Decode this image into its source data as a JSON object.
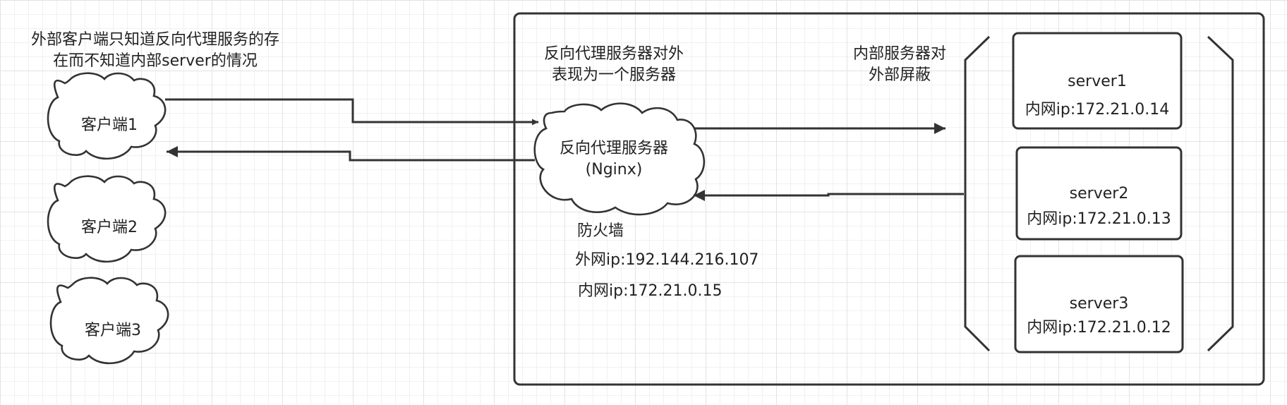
{
  "clients_note": [
    "外部客户端只知道反向代理服务的存",
    "在而不知道内部server的情况"
  ],
  "clients": [
    "客户端1",
    "客户端2",
    "客户端3"
  ],
  "proxy_note": [
    "反向代理服务器对外",
    "表现为一个服务器"
  ],
  "shield_note": [
    "内部服务器对",
    "外部屏蔽"
  ],
  "proxy": {
    "name": "反向代理服务器",
    "software": "(Nginx)"
  },
  "firewall": {
    "label": "防火墙",
    "external_ip": "外网ip:192.144.216.107",
    "internal_ip": "内网ip:172.21.0.15"
  },
  "servers": [
    {
      "name": "server1",
      "ip": "内网ip:172.21.0.14"
    },
    {
      "name": "server2",
      "ip": "内网ip:172.21.0.13"
    },
    {
      "name": "server3",
      "ip": "内网ip:172.21.0.12"
    }
  ]
}
